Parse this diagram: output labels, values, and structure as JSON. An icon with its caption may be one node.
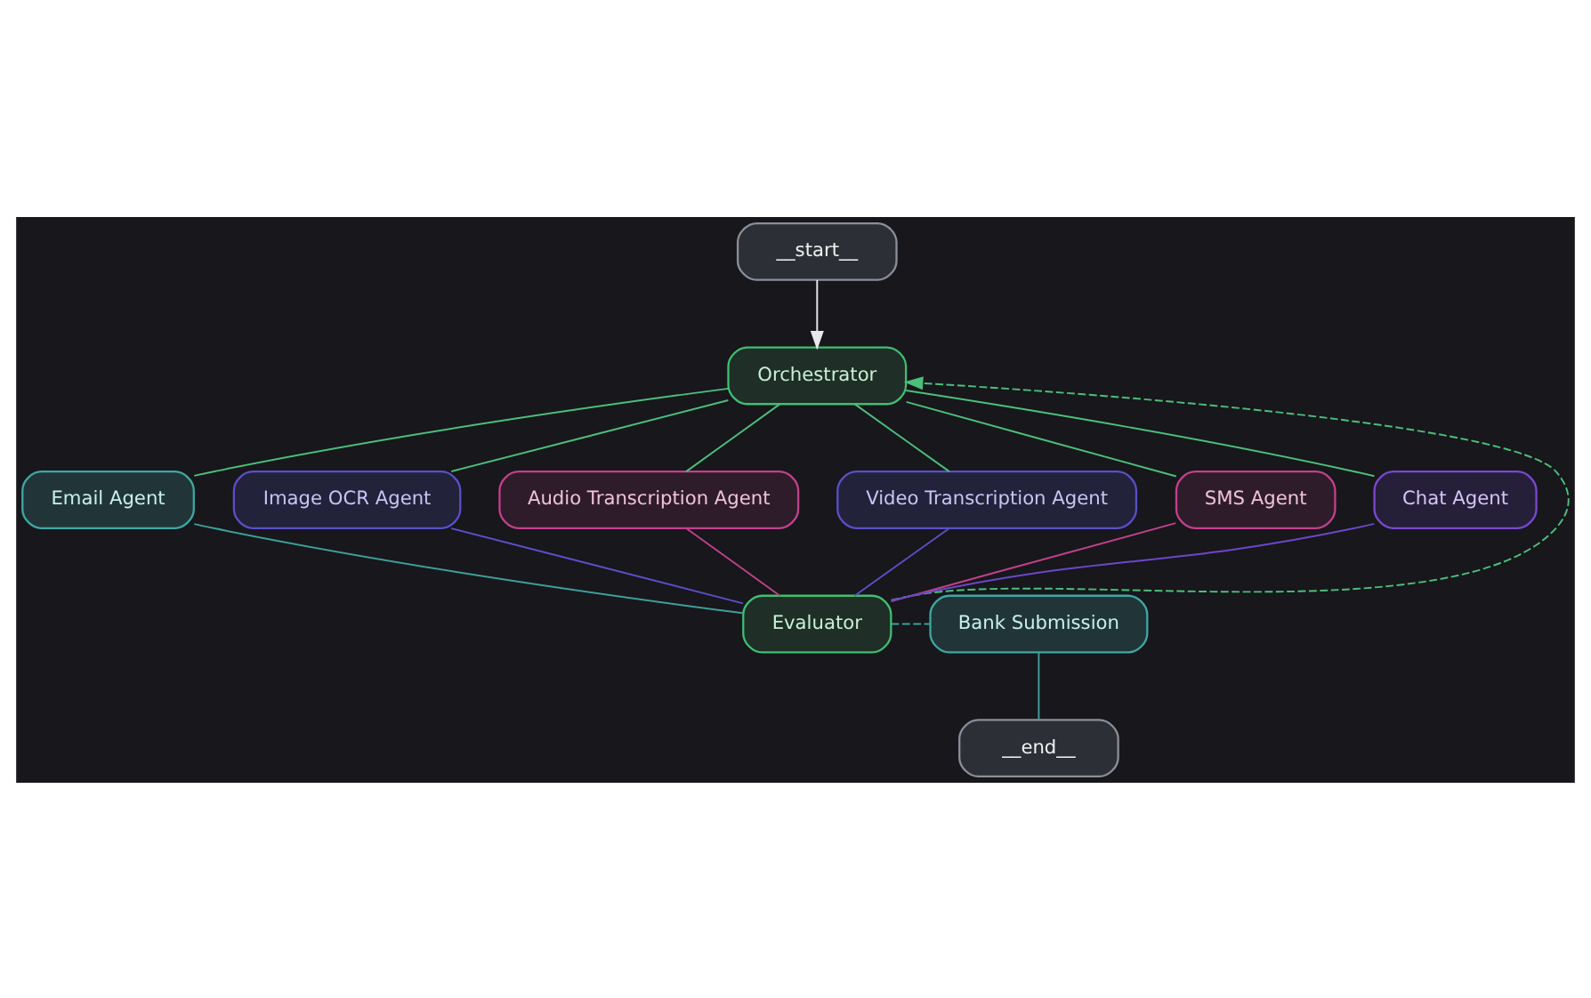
{
  "diagram": {
    "nodes": [
      {
        "text": [
          "__start__"
        ]
      },
      {
        "text": [
          "Orchestrator"
        ]
      },
      {
        "text": [
          "Email Agent"
        ]
      },
      {
        "text": [
          "Image OCR Agent"
        ]
      },
      {
        "text": [
          "Audio Transcription Agent"
        ]
      },
      {
        "text": [
          "Evaluator"
        ]
      },
      {
        "text": [
          "Bank Submission"
        ]
      },
      {
        "text": [
          "__end__"
        ]
      },
      {
        "text": [
          "Video Transcription Agent"
        ]
      },
      {
        "text": [
          "SMS Agent"
        ]
      },
      {
        "text": [
          "Chat Agent"
        ]
      }
    ],
    "edges": [
      {
        "from": 0,
        "to": 1,
        "arrow": "to",
        "color": "#e8e8e8"
      },
      {
        "from": 1,
        "to": 2,
        "arrow": "none"
      },
      {
        "from": 1,
        "to": 3,
        "arrow": "none"
      },
      {
        "from": 1,
        "to": 4,
        "arrow": "none"
      },
      {
        "from": 1,
        "to": 8,
        "arrow": "none"
      },
      {
        "from": 1,
        "to": 9,
        "arrow": "none"
      },
      {
        "from": 1,
        "to": 10,
        "arrow": "none"
      },
      {
        "from": 2,
        "to": 5,
        "arrow": "none",
        "color": "#3e9f9a"
      },
      {
        "from": 3,
        "to": 5,
        "arrow": "none",
        "color": "#5a4fc8"
      },
      {
        "from": 4,
        "to": 5,
        "arrow": "none",
        "color": "#c2408c"
      },
      {
        "from": 8,
        "to": 5,
        "arrow": "none",
        "color": "#5a4fc8"
      },
      {
        "from": 9,
        "to": 5,
        "arrow": "none",
        "color": "#c2408c"
      },
      {
        "from": 10,
        "to": 5,
        "arrow": "none",
        "color": "#6a48c8"
      },
      {
        "from": 5,
        "to": 1,
        "arrow": "to",
        "style": "dashed"
      },
      {
        "from": 5,
        "to": 6,
        "arrow": "none",
        "style": "dashed",
        "color": "#3e9f9a"
      },
      {
        "from": 6,
        "to": 7,
        "arrow": "none",
        "color": "#3e9f9a"
      }
    ]
  }
}
